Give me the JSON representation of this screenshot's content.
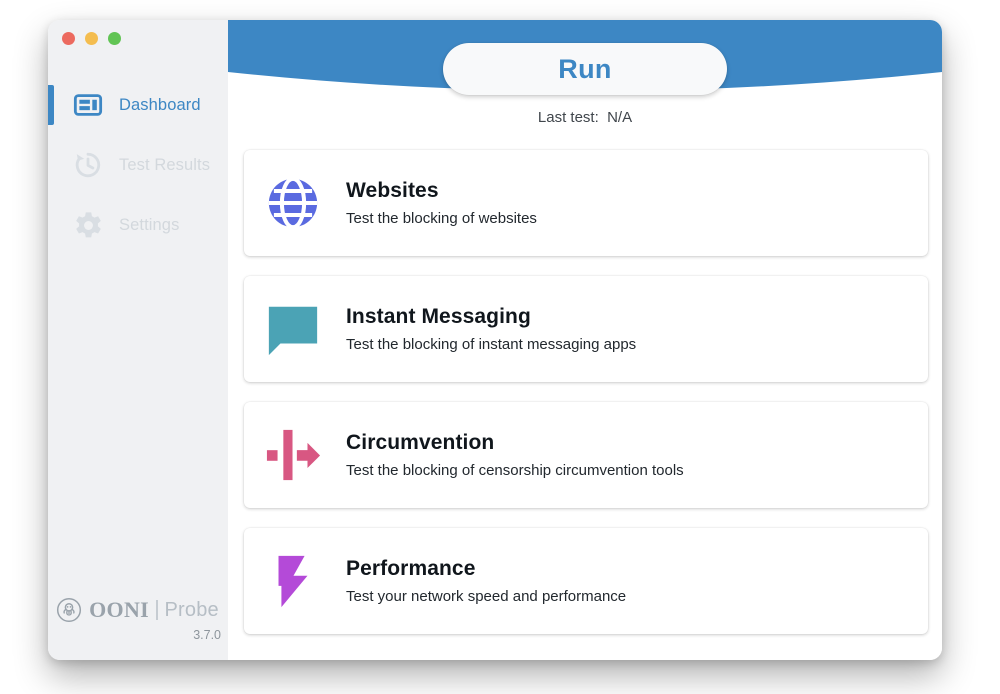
{
  "window": {
    "traffic_lights": [
      {
        "name": "close",
        "color": "#ec6a5f"
      },
      {
        "name": "minimize",
        "color": "#f4bd4f"
      },
      {
        "name": "zoom",
        "color": "#61c454"
      }
    ]
  },
  "sidebar": {
    "items": [
      {
        "label": "Dashboard",
        "icon": "dashboard-icon",
        "active": true,
        "color": "#3d87c4"
      },
      {
        "label": "Test Results",
        "icon": "history-clock-icon",
        "active": false,
        "color": "#d3d8dd"
      },
      {
        "label": "Settings",
        "icon": "gear-icon",
        "active": false,
        "color": "#d3d8dd"
      }
    ],
    "footer": {
      "logo_mark": "ooni-octopus-emblem",
      "brand": "OONI",
      "product": "Probe",
      "version": "3.7.0"
    }
  },
  "header": {
    "band_color": "#3d87c4",
    "run_label": "Run",
    "last_test_label": "Last test:  N/A"
  },
  "main": {
    "cards": [
      {
        "title": "Websites",
        "description": "Test the blocking of websites",
        "icon": "globe-icon",
        "color": "#5a6ae0"
      },
      {
        "title": "Instant Messaging",
        "description": "Test the blocking of instant messaging apps",
        "icon": "speech-bubble-icon",
        "color": "#4ba3b5"
      },
      {
        "title": "Circumvention",
        "description": "Test the blocking of censorship circumvention tools",
        "icon": "arrow-through-barrier-icon",
        "color": "#d85782"
      },
      {
        "title": "Performance",
        "description": "Test your network speed and performance",
        "icon": "lightning-bolt-icon",
        "color": "#b44ad8"
      }
    ]
  }
}
